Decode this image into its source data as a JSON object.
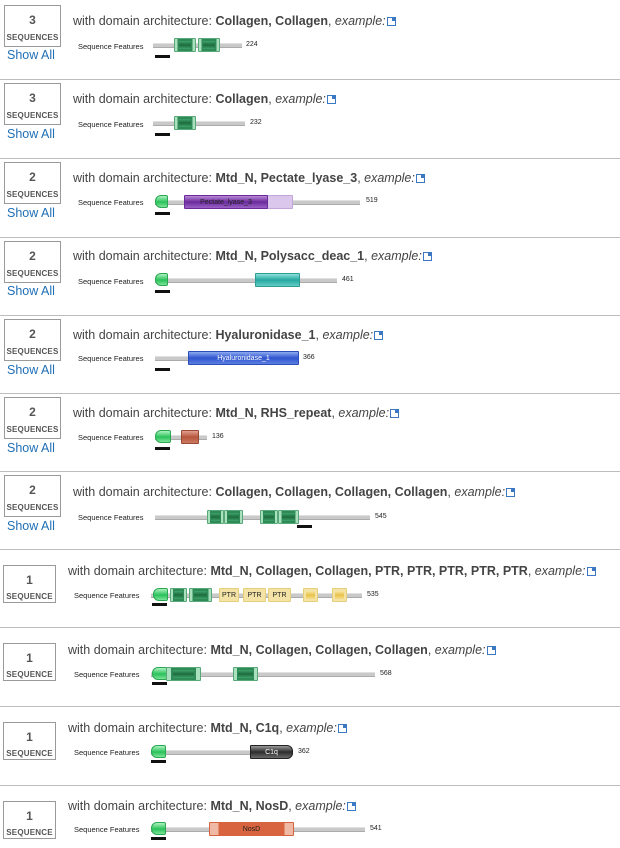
{
  "common": {
    "sequence_features_label": "Sequence Features",
    "show_all_label": "Show All",
    "prefix": "with domain architecture:",
    "example_label": "example:"
  },
  "rows": [
    {
      "count": "3",
      "unit": "SEQUENCES",
      "architecture": "Collagen, Collagen",
      "length": "224"
    },
    {
      "count": "3",
      "unit": "SEQUENCES",
      "architecture": "Collagen",
      "length": "232"
    },
    {
      "count": "2",
      "unit": "SEQUENCES",
      "architecture": "Mtd_N, Pectate_lyase_3",
      "length": "519",
      "domain_label": "Pectate_lyase_3"
    },
    {
      "count": "2",
      "unit": "SEQUENCES",
      "architecture": "Mtd_N, Polysacc_deac_1",
      "length": "461"
    },
    {
      "count": "2",
      "unit": "SEQUENCES",
      "architecture": "Hyaluronidase_1",
      "length": "366",
      "domain_label": "Hyaluronidase_1"
    },
    {
      "count": "2",
      "unit": "SEQUENCES",
      "architecture": "Mtd_N, RHS_repeat",
      "length": "136"
    },
    {
      "count": "2",
      "unit": "SEQUENCES",
      "architecture": "Collagen, Collagen, Collagen, Collagen",
      "length": "545"
    },
    {
      "count": "1",
      "unit": "SEQUENCE",
      "architecture": "Mtd_N, Collagen, Collagen, PTR, PTR, PTR, PTR, PTR",
      "length": "535",
      "ptr_label": "PTR"
    },
    {
      "count": "1",
      "unit": "SEQUENCE",
      "architecture": "Mtd_N, Collagen, Collagen, Collagen",
      "length": "568"
    },
    {
      "count": "1",
      "unit": "SEQUENCE",
      "architecture": "Mtd_N, C1q",
      "length": "362",
      "domain_label": "C1q"
    },
    {
      "count": "1",
      "unit": "SEQUENCE",
      "architecture": "Mtd_N, NosD",
      "length": "541",
      "domain_label": "NosD"
    }
  ],
  "colors": {
    "link": "#1f6fb6",
    "collagen": "#2e8b57",
    "mtd_n": "#29c25a",
    "pectate": "#6a2a9c",
    "polysacc": "#25a8a0",
    "hyaluronidase": "#2f55cf",
    "rhs": "#b6553c",
    "ptr": "#e8c24a",
    "c1q": "#2c2c2c",
    "nosd": "#d8643f"
  }
}
